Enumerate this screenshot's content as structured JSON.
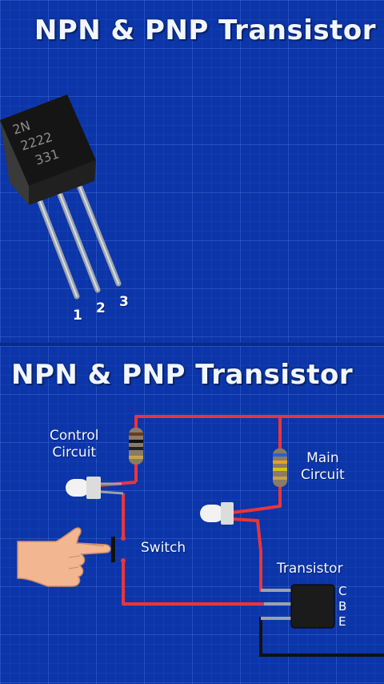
{
  "top_panel": {
    "title": "NPN & PNP Transistor",
    "transistor_marking": [
      "2N",
      "2222",
      "331"
    ],
    "pins": [
      "1",
      "2",
      "3"
    ]
  },
  "bottom_panel": {
    "title": "NPN & PNP Transistor",
    "labels": {
      "control_circuit": [
        "Control",
        "Circuit"
      ],
      "main_circuit": [
        "Main",
        "Circuit"
      ],
      "switch": "Switch",
      "transistor": "Transistor"
    },
    "terminals": [
      "C",
      "B",
      "E"
    ]
  },
  "colors": {
    "background": "#0b35a8",
    "wire": "#e8353d",
    "ground_wire": "#111111",
    "transistor_body": "#1b1b1b"
  }
}
